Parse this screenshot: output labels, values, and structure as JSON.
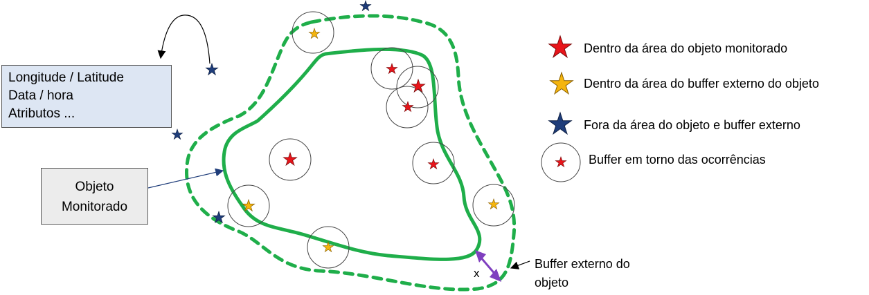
{
  "info_box": {
    "lines": [
      "Longitude / Latitude",
      "Data / hora",
      "Atributos ..."
    ]
  },
  "object_box": {
    "lines": [
      "Objeto",
      "Monitorado"
    ]
  },
  "legend": {
    "red": "Dentro da área do objeto monitorado",
    "yellow": "Dentro da área do buffer externo do objeto",
    "blue": "Fora da área do objeto e buffer externo",
    "circle": "Buffer em torno das ocorrências"
  },
  "buffer_label": {
    "lines": [
      "Buffer externo do",
      "objeto"
    ]
  },
  "x_label": "x",
  "colors": {
    "object": "#1fae4a",
    "red_star": "#e8141a",
    "yellow_star": "#f5b50e",
    "blue_star": "#1f3d7a",
    "arrow_purple": "#7f3fbf",
    "box_blue": "#dde6f3",
    "box_gray": "#ececec"
  }
}
